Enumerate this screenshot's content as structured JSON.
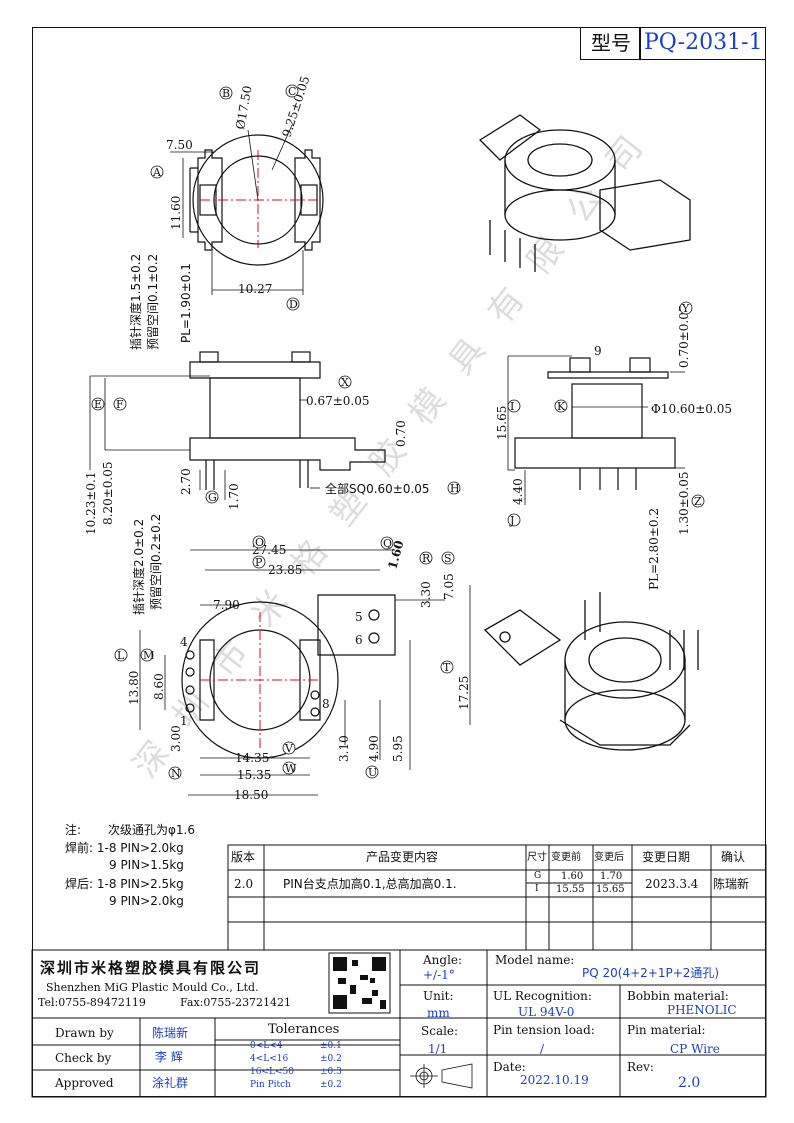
{
  "header": {
    "model_label": "型号",
    "model": "PQ-2031-1"
  },
  "top_view": {
    "callouts": [
      "B",
      "C",
      "A",
      "D"
    ],
    "dims": [
      "Ø17.50",
      "9.25±0.05",
      "7.50",
      "11.60",
      "10.27"
    ],
    "pin_notes": [
      "插针深度1.5±0.2",
      "预留空间0.1±0.2",
      "PL=1.90±0.1"
    ]
  },
  "side_view_left": {
    "callouts": [
      "X",
      "E",
      "F",
      "G",
      "H"
    ],
    "dims": [
      "0.67±0.05",
      "0.70",
      "2.70",
      "1.70",
      "全部SQ0.60±0.05",
      "10.23±0.1",
      "8.20±0.05"
    ],
    "pin_notes": [
      "插针深度2.0±0.2",
      "预留空间0.2±0.2"
    ]
  },
  "side_view_right": {
    "callouts": [
      "Y",
      "I",
      "K",
      "J",
      "Z"
    ],
    "dims": [
      "9",
      "0.70±0.05",
      "15.65",
      "Φ10.60±0.05",
      "4.40",
      "1.30±0.05",
      "PL=2.80±0.2"
    ]
  },
  "bottom_view": {
    "callouts": [
      "O",
      "P",
      "Q",
      "R",
      "S",
      "T",
      "L",
      "M",
      "N",
      "U",
      "V",
      "W"
    ],
    "dims": [
      "27.45",
      "23.85",
      "1.60",
      "7.90",
      "3.30",
      "7.05",
      "17.25",
      "13.80",
      "8.60",
      "3.00",
      "14.35",
      "15.35",
      "18.50",
      "3.10",
      "4.90",
      "5.95"
    ],
    "pin_numbers": [
      "4",
      "5",
      "6",
      "1",
      "8"
    ]
  },
  "notes": {
    "label": "注:",
    "lines": [
      "次级通孔为φ1.6",
      "焊前: 1-8 PIN>2.0kg",
      "9  PIN>1.5kg",
      "焊后: 1-8 PIN>2.5kg",
      "9  PIN>2.0kg"
    ]
  },
  "revision_table": {
    "headers": [
      "版本",
      "产品变更内容",
      "尺寸",
      "变更前",
      "变更后",
      "变更日期",
      "确认"
    ],
    "rows": [
      {
        "version": "2.0",
        "content": "PIN台支点加高0.1,总高加高0.1.",
        "dim_marks": [
          "G",
          "I"
        ],
        "before": [
          "1.60",
          "15.55"
        ],
        "after": [
          "1.70",
          "15.65"
        ],
        "date": "2023.3.4",
        "confirm": "陈瑞新"
      }
    ]
  },
  "title_block": {
    "company_cn": "深圳市米格塑胶模具有限公司",
    "company_en": "Shenzhen MiG Plastic Mould Co., Ltd.",
    "tel": "Tel:0755-89472119",
    "fax": "Fax:0755-23721421",
    "angle_label": "Angle:",
    "angle": "+/-1°",
    "unit_label": "Unit:",
    "unit": "mm",
    "scale_label": "Scale:",
    "scale": "1/1",
    "model_name_label": "Model name:",
    "model_name": "PQ 20(4+2+1P+2通孔)",
    "ul_label": "UL Recognition:",
    "ul": "UL 94V-0",
    "bobbin_label": "Bobbin material:",
    "bobbin": "PHENOLIC",
    "pin_tension_label": "Pin tension load:",
    "pin_tension": "/",
    "pin_material_label": "Pin material:",
    "pin_material": "CP Wire",
    "date_label": "Date:",
    "date": "2022.10.19",
    "rev_label": "Rev:",
    "rev": "2.0",
    "drawn_label": "Drawn by",
    "drawn": "陈瑞新",
    "check_label": "Check by",
    "check": "李 辉",
    "approved_label": "Approved",
    "approved": "涂礼群",
    "tolerances_label": "Tolerances",
    "tolerances": [
      [
        "0<L<4",
        "±0.1"
      ],
      [
        "4<L<16",
        "±0.2"
      ],
      [
        "16<L<50",
        "±0.3"
      ],
      [
        "Pin Pitch",
        "±0.2"
      ]
    ]
  },
  "watermark": "深圳市米格塑胶模具有限公司",
  "colors": {
    "line": "#111111",
    "blue": "#1a3ec8",
    "center": "#d01010"
  }
}
